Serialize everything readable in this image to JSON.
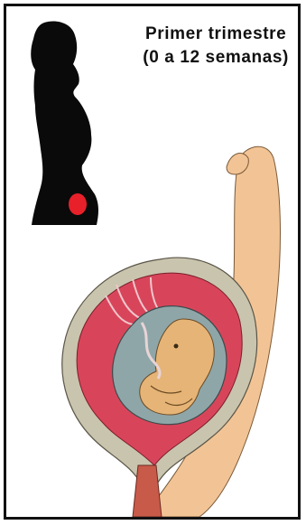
{
  "title": {
    "line1": "Primer trimestre",
    "line2": "(0 a 12 semanas)"
  },
  "colors": {
    "silhouette": "#0a0a0a",
    "uterus_marker": "#e8202a",
    "skin": "#f2c495",
    "uterine_wall": "#c9c4ad",
    "placenta": "#d8455a",
    "amniotic_fluid": "#8fa6a8",
    "fetus": "#e6b476"
  },
  "icons": {
    "silhouette": "woman-silhouette-icon",
    "uterus": "uterus-marker-icon",
    "fetus": "fetus-illustration"
  }
}
